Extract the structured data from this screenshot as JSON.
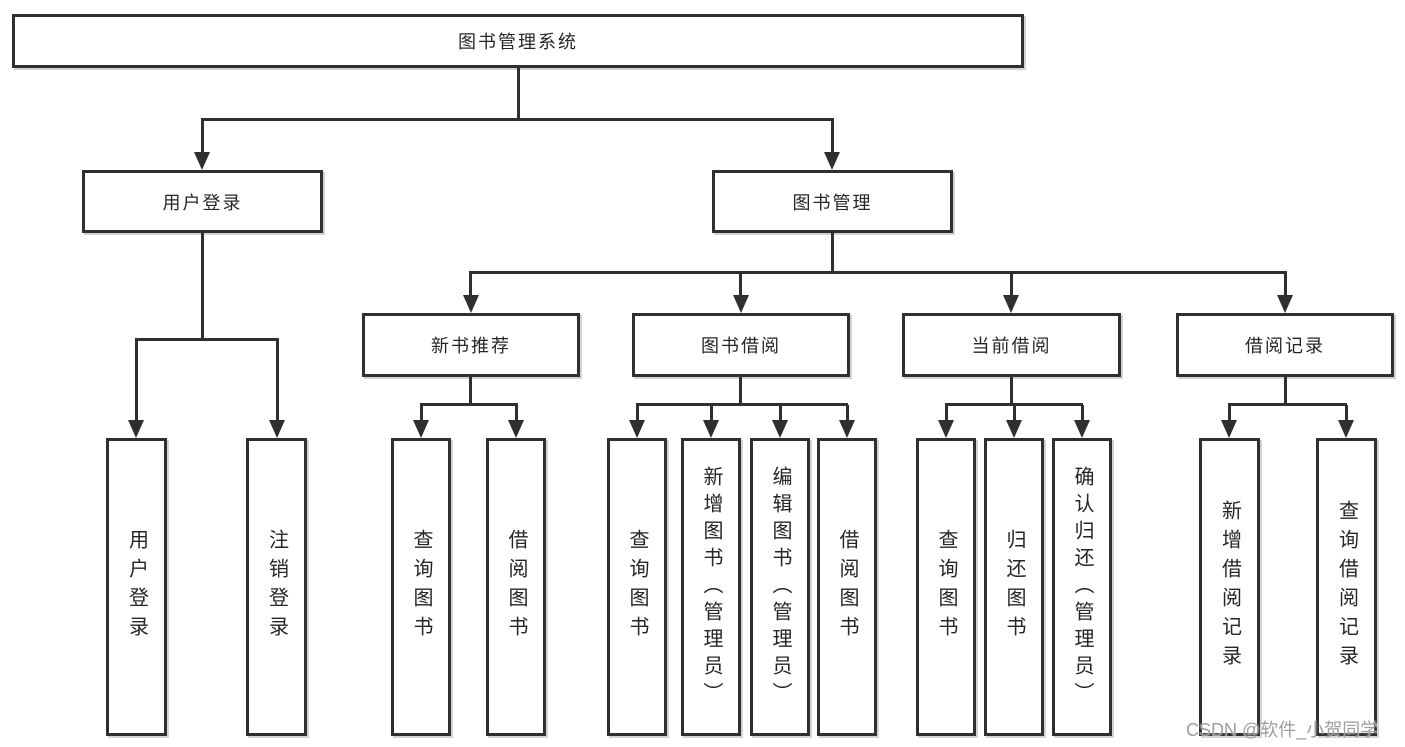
{
  "diagram": {
    "root": {
      "label": "图书管理系统"
    },
    "level2": [
      {
        "label": "用户登录"
      },
      {
        "label": "图书管理"
      }
    ],
    "level3": [
      {
        "label": "新书推荐"
      },
      {
        "label": "图书借阅"
      },
      {
        "label": "当前借阅"
      },
      {
        "label": "借阅记录"
      }
    ],
    "leaves": [
      {
        "label": "用户登录"
      },
      {
        "label": "注销登录"
      },
      {
        "label": "查询图书"
      },
      {
        "label": "借阅图书"
      },
      {
        "label": "查询图书"
      },
      {
        "label": "新增图书（管理员）"
      },
      {
        "label": "编辑图书（管理员）"
      },
      {
        "label": "借阅图书"
      },
      {
        "label": "查询图书"
      },
      {
        "label": "归还图书"
      },
      {
        "label": "确认归还（管理员）"
      },
      {
        "label": "新增借阅记录"
      },
      {
        "label": "查询借阅记录"
      }
    ],
    "watermark": "CSDN @软件_小贺同学",
    "colors": {
      "ink": "#2f2f2f",
      "text": "#262626",
      "background": "#ffffff",
      "watermark": "#9e9e9e"
    }
  }
}
